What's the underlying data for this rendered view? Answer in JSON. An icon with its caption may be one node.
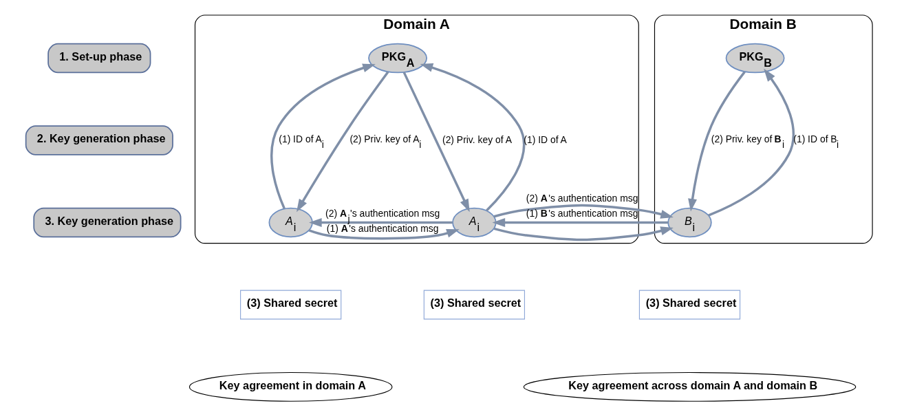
{
  "diagram": {
    "nodes": [
      {
        "text": [
          "Domain A"
        ]
      },
      {
        "text": [
          "PKG$_{A}$"
        ],
        "in": 0
      },
      {
        "text": [
          "*A*$_{i}$"
        ],
        "in": 0
      },
      {
        "text": [
          "*A*$_{i}$"
        ],
        "in": 0
      },
      {
        "text": [
          "Domain B"
        ]
      },
      {
        "text": [
          "PKG$_{B}$"
        ],
        "in": 4
      },
      {
        "text": [
          "*B*$_{i}$"
        ],
        "in": 4
      },
      {
        "text": [
          "(3) Shared secret"
        ]
      },
      {
        "text": [
          "(3) Shared secret"
        ]
      },
      {
        "text": [
          "(3) Shared secret"
        ]
      },
      {
        "text": [
          "1. Set-up phase"
        ]
      },
      {
        "text": [
          "2. Key generation phase"
        ]
      },
      {
        "text": [
          "3. Key generation phase"
        ]
      },
      {
        "text": [
          "Key agreement in domain A"
        ]
      },
      {
        "text": [
          "Key agreement across domain A and domain B"
        ]
      }
    ],
    "edges": [
      {
        "from": 1,
        "to": 2,
        "arrow": "to",
        "label": "(2) Priv. key of A$_{i}$"
      },
      {
        "from": 2,
        "to": 1,
        "arrow": "to",
        "label": "(1) ID of A$_{i}$"
      },
      {
        "from": 1,
        "to": 3,
        "arrow": "to",
        "label": "(2) Priv. key of A"
      },
      {
        "from": 3,
        "to": 1,
        "arrow": "to",
        "label": "(1) ID of A"
      },
      {
        "from": 2,
        "to": 3,
        "arrow": "to",
        "label": "(1) **A**'s authentication msg"
      },
      {
        "from": 3,
        "to": 2,
        "arrow": "to",
        "label": "(2) **A**$_{j}$'s authentication msg"
      },
      {
        "from": 5,
        "to": 6,
        "arrow": "to",
        "label": "(2) Priv. key of **B**$_{i}$"
      },
      {
        "from": 6,
        "to": 5,
        "arrow": "to",
        "label": "(1) ID of B$_{i}$"
      },
      {
        "from": 6,
        "to": 3,
        "arrow": "to",
        "label": "(1) **B**'s authentication msg"
      },
      {
        "from": 3,
        "to": 6,
        "arrow": "to",
        "label": "(2) **A**'s authentication msg"
      }
    ]
  }
}
